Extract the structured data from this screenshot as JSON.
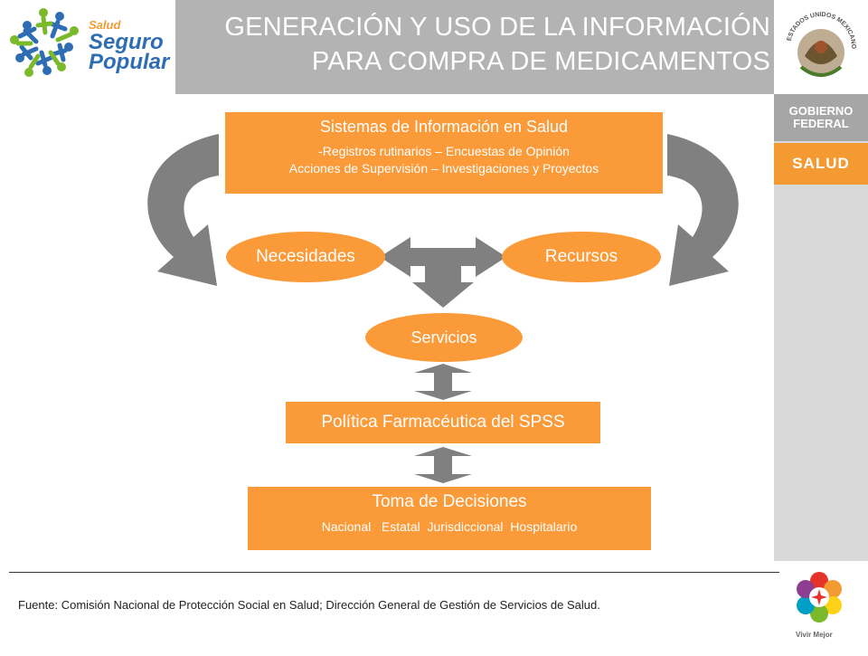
{
  "header": {
    "title_line1": "GENERACIÓN Y USO DE LA INFORMACIÓN",
    "title_line2": "PARA COMPRA DE MEDICAMENTOS"
  },
  "logo": {
    "line1": "Salud",
    "line2": "Seguro",
    "line3": "Popular"
  },
  "sidebar": {
    "gobierno_line1": "GOBIERNO",
    "gobierno_line2": "FEDERAL",
    "salud": "SALUD",
    "vivir_mejor": "Vivir Mejor"
  },
  "seal": {
    "text": "ESTADOS UNIDOS MEXICANOS"
  },
  "diagram": {
    "sistemas": {
      "title": "Sistemas de Información en Salud",
      "line1": "-Registros rutinarios – Encuestas de Opinión",
      "line2": "Acciones de Supervisión – Investigaciones y Proyectos"
    },
    "necesidades": "Necesidades",
    "recursos": "Recursos",
    "servicios": "Servicios",
    "politica": "Política Farmacéutica del SPSS",
    "toma": {
      "title": "Toma de Decisiones",
      "levels": "Nacional   Estatal  Jurisdiccional  Hospitalario"
    }
  },
  "footnote": "Fuente: Comisión Nacional de Protección Social en Salud; Dirección General de Gestión de Servicios de Salud.",
  "colors": {
    "orange": "#fb9a39",
    "gray_arrow": "#808080",
    "title_bar": "#b3b3b3"
  }
}
